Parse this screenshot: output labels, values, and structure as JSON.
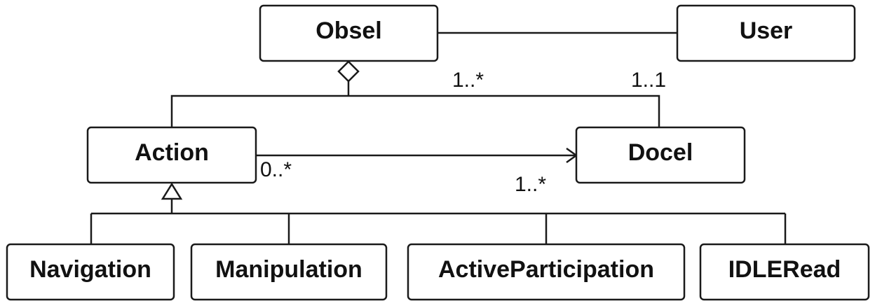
{
  "classes": {
    "obsel": "Obsel",
    "user": "User",
    "action": "Action",
    "docel": "Docel",
    "navigation": "Navigation",
    "manipulation": "Manipulation",
    "active_participation": "ActiveParticipation",
    "idle_read": "IDLERead"
  },
  "multiplicities": {
    "obsel_docel_obsel_end": "1..*",
    "obsel_docel_docel_end": "1..1",
    "action_docel_action_end": "0..*",
    "action_docel_docel_end": "1..*"
  },
  "relationships": {
    "obsel_user": "association",
    "obsel_action": "aggregation",
    "obsel_docel": "association",
    "action_docel": "directed-association",
    "action_subclasses": "generalization"
  }
}
